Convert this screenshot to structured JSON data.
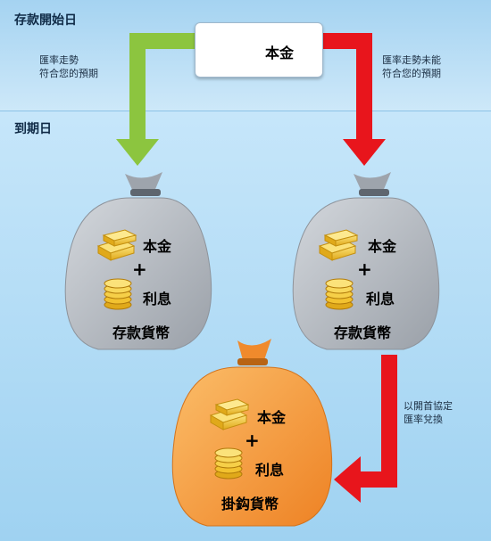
{
  "labels": {
    "deposit_start": "存款開始日",
    "maturity": "到期日"
  },
  "top_box": {
    "label": "本金"
  },
  "left_note": [
    "匯率走勢",
    "符合您的預期"
  ],
  "right_note": [
    "匯率走勢未能",
    "符合您的預期"
  ],
  "conversion_note": [
    "以開首協定",
    "匯率兌換"
  ],
  "bags": {
    "left": {
      "principal": "本金",
      "plus": "+",
      "interest": "利息",
      "currency": "存款貨幣"
    },
    "right": {
      "principal": "本金",
      "plus": "+",
      "interest": "利息",
      "currency": "存款貨幣"
    },
    "bottom": {
      "principal": "本金",
      "plus": "+",
      "interest": "利息",
      "currency": "掛鈎貨幣"
    }
  },
  "colors": {
    "green_arrow": "#8cc53f",
    "red_arrow": "#e8151c",
    "gray_bag": "#b4b9c1",
    "orange_bag": "#f49a3c",
    "gold": "#f2c230"
  }
}
